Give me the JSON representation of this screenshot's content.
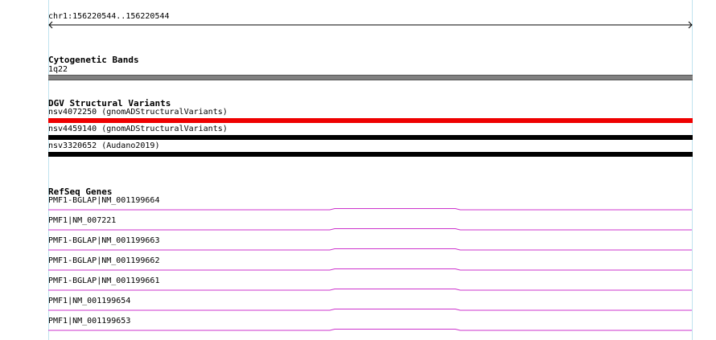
{
  "ruler": {
    "label": "chr1:156220544..156220544"
  },
  "tracks": {
    "cytobands": {
      "title": "Cytogenetic Bands",
      "band": "1q22",
      "color": "#808080"
    },
    "dgv": {
      "title": "DGV Structural Variants",
      "items": [
        {
          "label": "nsv4072250 (gnomADStructuralVariants)",
          "color": "#ee0000"
        },
        {
          "label": "nsv4459140 (gnomADStructuralVariants)",
          "color": "#000000"
        },
        {
          "label": "nsv3320652 (Audano2019)",
          "color": "#000000"
        }
      ]
    },
    "refseq": {
      "title": "RefSeq Genes",
      "color": "#cc33cc",
      "items": [
        {
          "label": "PMF1-BGLAP|NM_001199664"
        },
        {
          "label": "PMF1|NM_007221"
        },
        {
          "label": "PMF1-BGLAP|NM_001199663"
        },
        {
          "label": "PMF1-BGLAP|NM_001199662"
        },
        {
          "label": "PMF1-BGLAP|NM_001199661"
        },
        {
          "label": "PMF1|NM_001199654"
        },
        {
          "label": "PMF1|NM_001199653"
        }
      ]
    }
  }
}
